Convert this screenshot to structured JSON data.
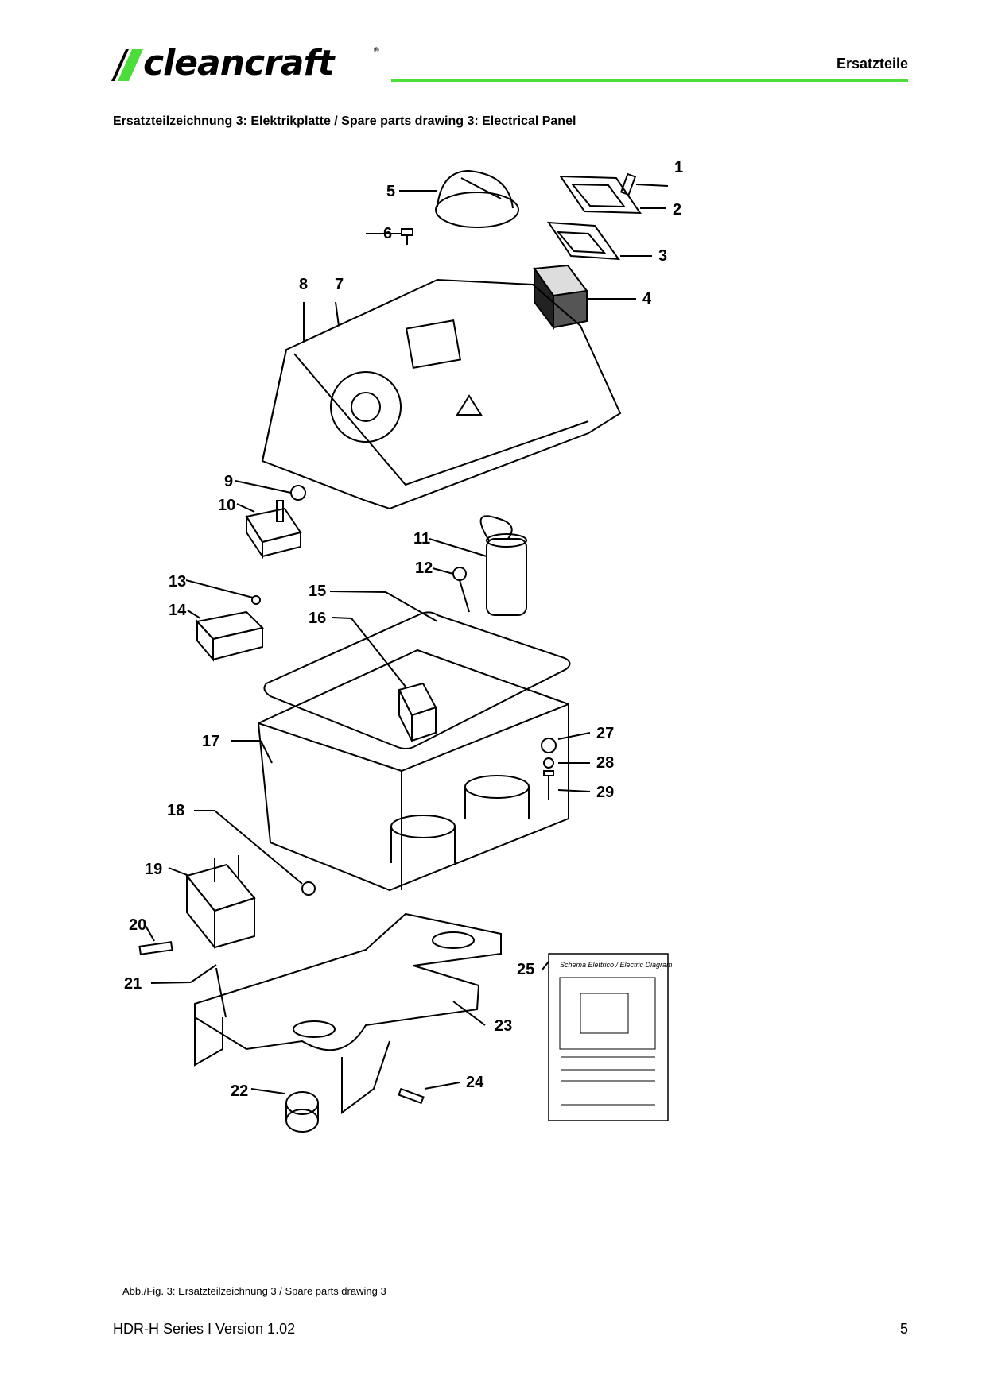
{
  "header": {
    "logo_text": "cleancraft",
    "logo_mark": "®",
    "section": "Ersatzteile"
  },
  "subtitle": "Ersatzteilzeichnung 3: Elektrikplatte / Spare parts drawing 3: Electrical Panel",
  "drawing": {
    "callouts": [
      "1",
      "2",
      "3",
      "4",
      "5",
      "6",
      "7",
      "8",
      "9",
      "10",
      "11",
      "12",
      "13",
      "14",
      "15",
      "16",
      "17",
      "18",
      "19",
      "20",
      "21",
      "22",
      "23",
      "24",
      "25",
      "27",
      "28",
      "29"
    ],
    "diagram_title": "Schema Elettrico / Electric Diagram"
  },
  "caption": "Abb./Fig. 3: Ersatzteilzeichnung 3 / Spare parts drawing 3",
  "footer": {
    "document": "HDR-H Series I Version 1.02",
    "page": "5"
  },
  "colors": {
    "accent": "#4ddd3a"
  }
}
